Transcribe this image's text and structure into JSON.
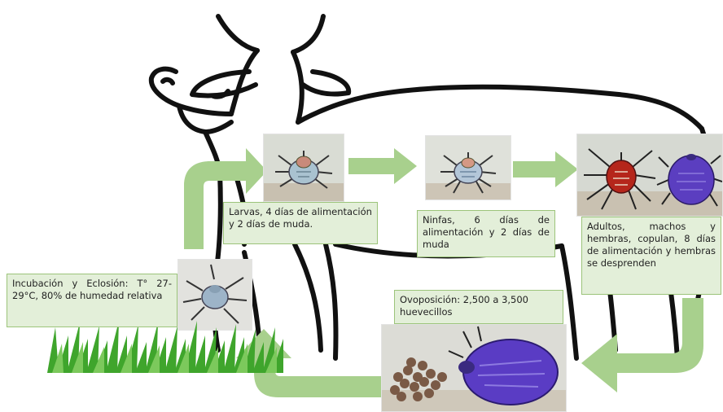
{
  "stages": {
    "larvas": "Larvas, 4 días de alimentación y 2 días de muda.",
    "ninfas": "Ninfas, 6 días de alimentación y 2 días de muda",
    "adultos": "Adultos, machos y hembras, copulan, 8 días de alimentación y hembras se desprenden",
    "ovoposicion": "Ovoposición: 2,500 a 3,500 huevecillos",
    "incubacion": "Incubación y Eclosión: T° 27-29°C, 80% de humedad relativa"
  },
  "colors": {
    "arrow": "#a8d08d",
    "label_bg": "#e3efd9",
    "label_border": "#9cc47a",
    "outline": "#111111",
    "grass": "#3fa52c"
  },
  "icons": [
    "cow-outline",
    "larva-tick",
    "nymph-tick",
    "adult-male-tick",
    "adult-female-tick",
    "engorged-female-tick",
    "hatching-tick",
    "grass"
  ]
}
